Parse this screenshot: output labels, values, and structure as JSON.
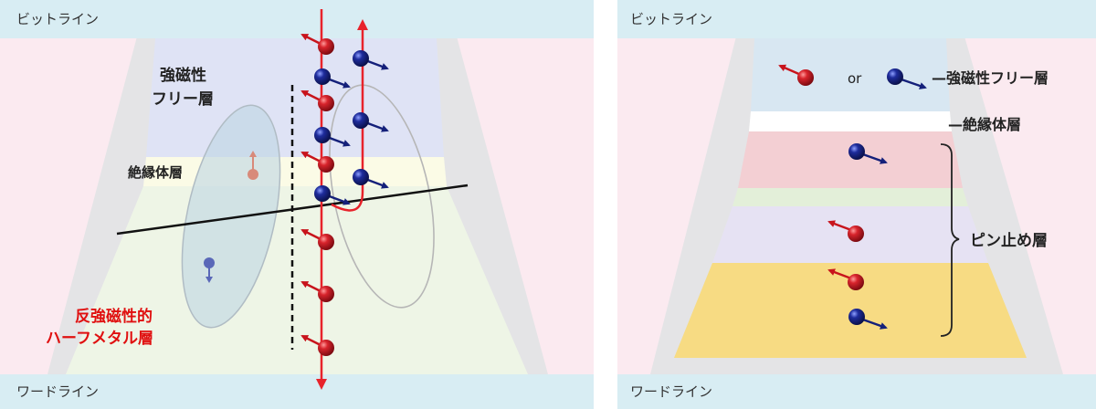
{
  "left_panel": {
    "bit_line": "ビットライン",
    "word_line": "ワードライン",
    "free_layer": [
      "強磁性",
      "フリー層"
    ],
    "insulator": "絶縁体層",
    "half_metal": [
      "反強磁性的",
      "ハーフメタル層"
    ]
  },
  "right_panel": {
    "bit_line": "ビットライン",
    "word_line": "ワードライン",
    "free_layer": "—強磁性フリー層",
    "or_text": "or",
    "insulator": "—絶縁体層",
    "pinned_layer": "ピン止め層"
  },
  "colors": {
    "bitline_band": "#d8edf3",
    "free_layer": "#dfe3f5",
    "insulator": "#fbfbe6",
    "half_metal": "#eef5e6",
    "pin_pink": "#f3cfd3",
    "pin_green": "#e3efd9",
    "pin_lavender": "#e6e2f3",
    "pin_yellow": "#f7db83",
    "spin_red": "#c8141c",
    "spin_blue": "#14207a",
    "current_red": "#e8232b"
  }
}
